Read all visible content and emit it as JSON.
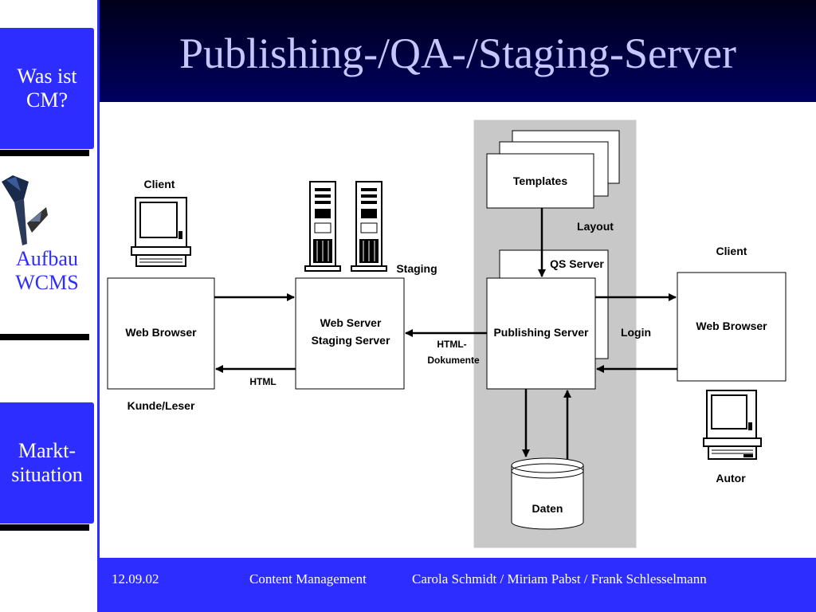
{
  "title": "Publishing-/QA-/Staging-Server",
  "nav": {
    "item1": [
      "Was ist",
      "CM?"
    ],
    "item2": [
      "Aufbau",
      "WCMS"
    ],
    "item3": [
      "Markt-",
      "situation"
    ]
  },
  "footer": {
    "date": "12.09.02",
    "topic": "Content Management",
    "authors": "Carola Schmidt / Miriam Pabst / Frank Schlesselmann"
  },
  "diagram": {
    "client_left": "Client",
    "web_browser_left": "Web Browser",
    "kunde_leser": "Kunde/Leser",
    "staging": "Staging",
    "web_server_line1": "Web Server",
    "web_server_line2": "Staging Server",
    "html": "HTML",
    "html_docs_line1": "HTML-",
    "html_docs_line2": "Dokumente",
    "templates": "Templates",
    "layout": "Layout",
    "qs_server": "QS Server",
    "publishing_server": "Publishing Server",
    "login": "Login",
    "client_right": "Client",
    "web_browser_right": "Web Browser",
    "autor": "Autor",
    "daten": "Daten"
  },
  "colors": {
    "accent": "#2d2dff",
    "header_dark": "#000040",
    "title": "#c6c6ff",
    "panel": "#c8c8c8"
  }
}
